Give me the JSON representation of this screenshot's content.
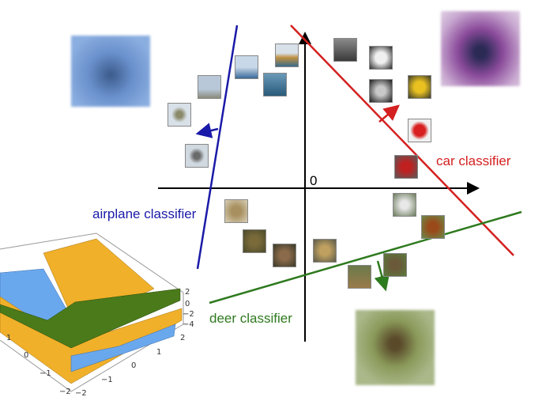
{
  "origin_label": "0",
  "classifiers": [
    {
      "name": "airplane classifier",
      "color": "#1a1aa8"
    },
    {
      "name": "car classifier",
      "color": "#d42020"
    },
    {
      "name": "deer classifier",
      "color": "#2e7a1e"
    }
  ],
  "plot3d": {
    "z_ticks": [
      "2",
      "0",
      "−2",
      "−4"
    ],
    "x_ticks": [
      "2",
      "1",
      "0",
      "−1",
      "−2"
    ],
    "y_ticks": [
      "1",
      "0",
      "−1",
      "−2"
    ],
    "surface_colors": [
      "#f0b02a",
      "#6aa8ee",
      "#4a7a1a"
    ]
  }
}
